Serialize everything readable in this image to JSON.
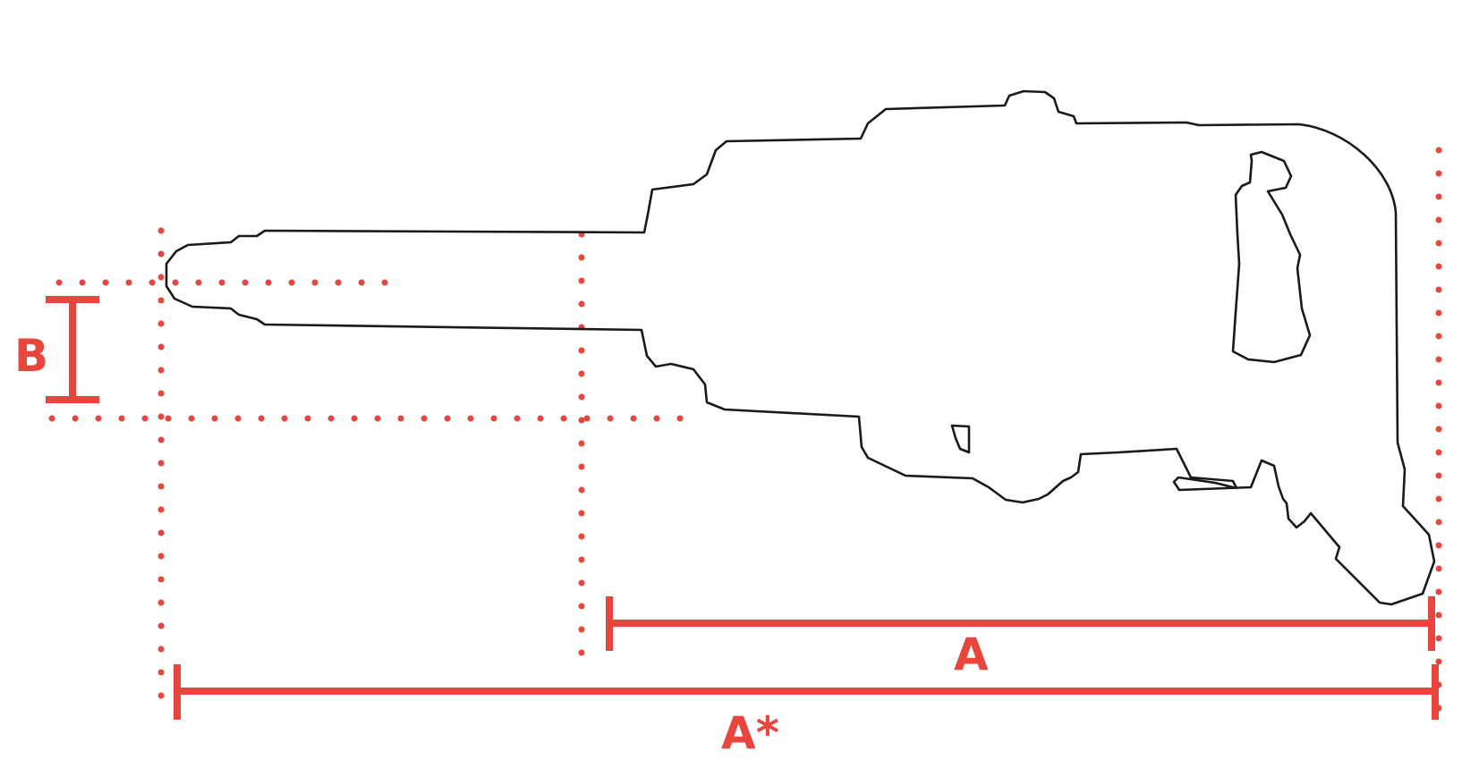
{
  "labels": {
    "dim_a": "A",
    "dim_a_star": "A*",
    "dim_b": "B"
  },
  "colors": {
    "accent": "#e8453c",
    "outline": "#1a1a1a",
    "background": "#ffffff"
  },
  "icons": {
    "tool": "impact-wrench-outline"
  }
}
